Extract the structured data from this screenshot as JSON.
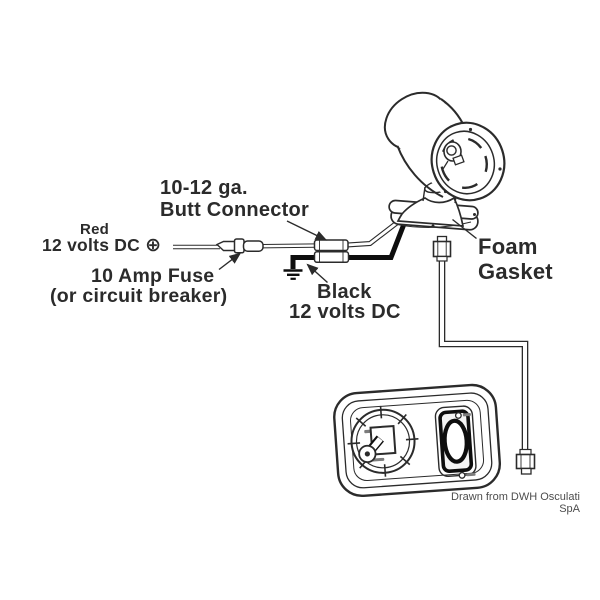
{
  "colors": {
    "line": "#2b2b2b",
    "wire_black": "#0e0e0e",
    "background": "#ffffff",
    "credit_text": "#4d4d4d"
  },
  "labels": {
    "butt_connector": {
      "line1": "10-12 ga.",
      "line2": "Butt Connector"
    },
    "red_wire": {
      "line1": "Red",
      "line2": "12 volts DC"
    },
    "fuse": {
      "line1": "10 Amp Fuse",
      "line2": "(or circuit breaker)"
    },
    "black_wire": {
      "line1": "Black",
      "line2": "12 volts DC"
    },
    "foam_gasket": {
      "line1": "Foam",
      "line2": "Gasket"
    },
    "credit": "Drawn from DWH Osculati SpA"
  },
  "icons": {
    "positive_terminal": "⊕"
  }
}
